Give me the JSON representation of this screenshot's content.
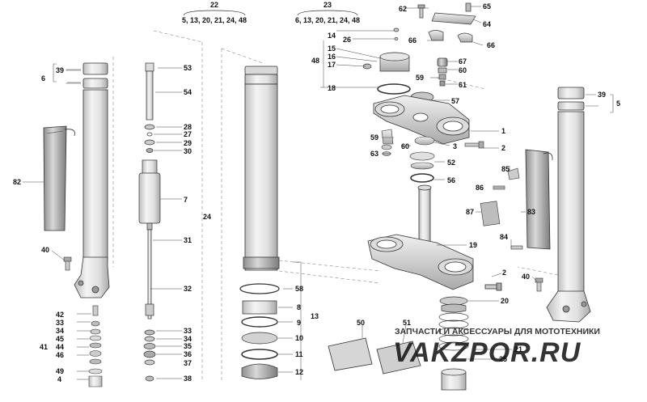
{
  "headers": {
    "h22": "22",
    "h22_list": "5, 13, 20, 21, 24, 48",
    "h23": "23",
    "h23_list": "6, 13, 20, 21, 24, 48"
  },
  "callouts": {
    "c62": "62",
    "c65": "65",
    "c64": "64",
    "c14": "14",
    "c26": "26",
    "c66a": "66",
    "c66b": "66",
    "c48": "48",
    "c15": "15",
    "c16": "16",
    "c17": "17",
    "c67": "67",
    "c60a": "60",
    "c59a": "59",
    "c61": "61",
    "c18": "18",
    "c57": "57",
    "c39a": "39",
    "c6": "6",
    "c53": "53",
    "c54": "54",
    "c28": "28",
    "c27": "27",
    "c29": "29",
    "c30": "30",
    "c7": "7",
    "c24": "24",
    "c82": "82",
    "c31": "31",
    "c40a": "40",
    "c32": "32",
    "c42": "42",
    "c33a": "33",
    "c34a": "34",
    "c45": "45",
    "c41": "41",
    "c44": "44",
    "c46": "46",
    "c49": "49",
    "c4": "4",
    "c33b": "33",
    "c34b": "34",
    "c35": "35",
    "c36": "36",
    "c37": "37",
    "c38": "38",
    "c58": "58",
    "c8": "8",
    "c9": "9",
    "c10": "10",
    "c11": "11",
    "c12": "12",
    "c13": "13",
    "c1": "1",
    "c59b": "59",
    "c60b": "60",
    "c3": "3",
    "c2a": "2",
    "c63": "63",
    "c52": "52",
    "c56": "56",
    "c85": "85",
    "c86": "86",
    "c83": "83",
    "c87": "87",
    "c84": "84",
    "c19": "19",
    "c2b": "2",
    "c20": "20",
    "c40b": "40",
    "c39b": "39",
    "c5": "5",
    "c50": "50",
    "c51": "51",
    "c21": "21",
    "c25": "25"
  },
  "watermark": {
    "caption": "ЗАПЧАСТИ И АКСЕССУАРЫ ДЛЯ МОТОТЕХНИКИ",
    "logo_text": "VAKZPOR.RU",
    "color": "#e08a8a"
  },
  "colors": {
    "line": "#222222",
    "metal_light": "#e6e6e6",
    "metal_mid": "#c8c8c8",
    "metal_dark": "#9a9a9a",
    "sticker": "#bdbdbd"
  }
}
